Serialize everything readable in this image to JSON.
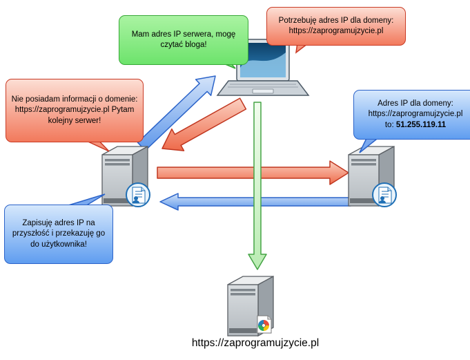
{
  "page": {
    "label": "https://zaprogramujzycie.pl"
  },
  "bubbles": {
    "green": {
      "text": "Mam adres IP serwera, mogę czytać bloga!"
    },
    "top_red": {
      "text": "Potrzebuję adres IP dla domeny: https://zaprogramujzycie.pl"
    },
    "left_red": {
      "text": "Nie posiadam informacji o domenie: https://zaprogramujzycie.pl Pytam kolejny serwer!"
    },
    "right_blue": {
      "line1": "Adres IP dla domeny:",
      "line2": "https://zaprogramujzycie.pl",
      "line3_prefix": "to: ",
      "ip": "51.255.119.11"
    },
    "bottom_blue": {
      "text": "Zapisuję adres IP na przyszłość i przekazuję go do użytkownika!"
    }
  },
  "colors": {
    "bubble_green_border": "#38a838",
    "bubble_red_border": "#c93a24",
    "bubble_blue_border": "#2b63c9",
    "arrow_request": "#ee6a4a",
    "arrow_response": "#5e97ea",
    "arrow_fetch_green": "#b9ecb2"
  }
}
